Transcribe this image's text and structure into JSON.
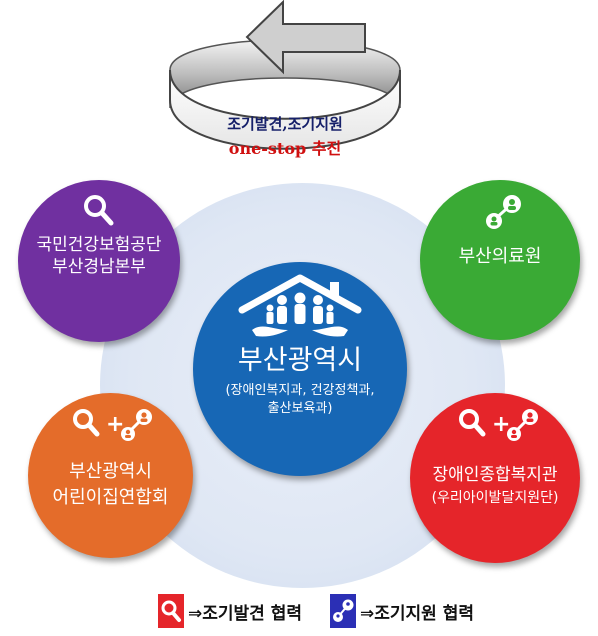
{
  "cycle": {
    "line1": "조기발견,조기지원",
    "line2": "one-stop 추진"
  },
  "center": {
    "title": "부산광역시",
    "sub1": "(장애인복지과, 건강정책과,",
    "sub2": "출산보육과)"
  },
  "nodes": {
    "top_left": {
      "line1": "국민건강보험공단",
      "line2": "부산경남본부",
      "color": "#7030a0"
    },
    "top_right": {
      "line1": "부산의료원",
      "color": "#3aaa35"
    },
    "bottom_left": {
      "line1": "부산광역시",
      "line2": "어린이집연합회",
      "color": "#e46c2a"
    },
    "bottom_right": {
      "line1": "장애인종합복지관",
      "line2": "(우리아이발달지원단)",
      "color": "#e5252a"
    }
  },
  "legend": {
    "early_detect": "⇒조기발견 협력",
    "early_support": "⇒조기지원 협력",
    "detect_icon": "magnifier-icon",
    "support_icon": "network-icon",
    "detect_color": "#e5252a",
    "support_color": "#2b2fb5"
  }
}
